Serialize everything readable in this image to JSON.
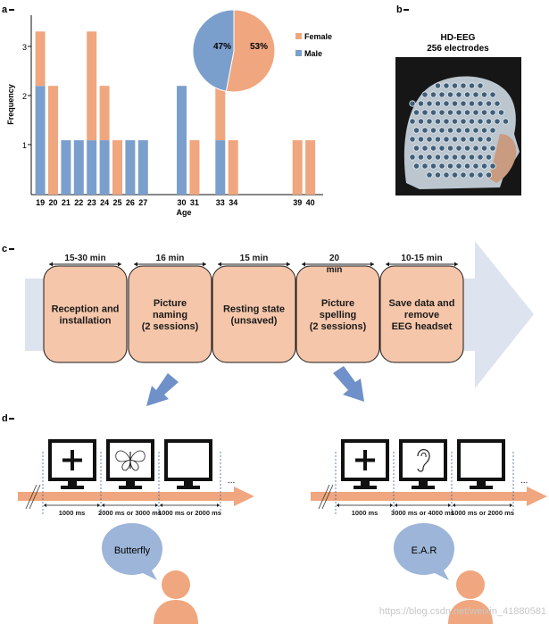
{
  "panels": {
    "a": "a",
    "b": "b",
    "c": "c",
    "d": "d"
  },
  "chart_data": [
    {
      "type": "bar",
      "stacked": true,
      "categories": [
        "19",
        "20",
        "21",
        "22",
        "23",
        "24",
        "25",
        "26",
        "27",
        "30",
        "31",
        "33",
        "34",
        "39",
        "40"
      ],
      "category_x": [
        19,
        20,
        21,
        22,
        23,
        24,
        25,
        26,
        27,
        30,
        31,
        33,
        34,
        39,
        40
      ],
      "series": [
        {
          "name": "Male",
          "color": "#7b9fcd",
          "values": [
            2,
            0,
            1,
            1,
            1,
            1,
            0,
            1,
            1,
            2,
            0,
            1,
            0,
            0,
            0
          ]
        },
        {
          "name": "Female",
          "color": "#f0a67e",
          "values": [
            1,
            2,
            0,
            0,
            2,
            1,
            1,
            0,
            0,
            0,
            1,
            1,
            1,
            1,
            1
          ]
        }
      ],
      "xlabel": "Age",
      "ylabel": "Frequency",
      "yticks": [
        "1",
        "2",
        "3"
      ],
      "ylim": [
        0,
        3.3
      ],
      "xlim": [
        18.3,
        41
      ],
      "legend_placement": "top-right",
      "grid": false
    },
    {
      "type": "pie",
      "labels": [
        "Female",
        "Male"
      ],
      "values": [
        53,
        47
      ],
      "value_labels": [
        "53%",
        "47%"
      ],
      "colors": [
        "#f0a67e",
        "#7b9fcd"
      ]
    }
  ],
  "eeg": {
    "title_line1": "HD-EEG",
    "title_line2": "256 electrodes"
  },
  "protocol": {
    "steps": [
      {
        "duration": "15-30 min",
        "lines": [
          "Reception and",
          "installation"
        ]
      },
      {
        "duration": "16 min",
        "lines": [
          "Picture",
          "naming",
          "(2 sessions)"
        ]
      },
      {
        "duration": "15 min",
        "lines": [
          "Resting state",
          "(unsaved)"
        ]
      },
      {
        "duration_lines": [
          "20",
          "min"
        ],
        "lines": [
          "Picture",
          "spelling",
          "(2 sessions)"
        ]
      },
      {
        "duration": "10-15 min",
        "lines": [
          "Save data  and",
          "remove",
          "EEG headset"
        ]
      }
    ]
  },
  "trials": {
    "left": {
      "times": [
        "1000 ms",
        "2000 ms or 3000 ms",
        "1000 ms or 2000 ms"
      ],
      "ellipsis": "...",
      "speech": "Butterfly"
    },
    "right": {
      "times": [
        "1000 ms",
        "3000 ms or 4000 ms",
        "1000 ms or 2000 ms"
      ],
      "ellipsis": "...",
      "speech": "E.A.R"
    }
  },
  "watermark": "https://blog.csdn.net/weixin_41880581"
}
